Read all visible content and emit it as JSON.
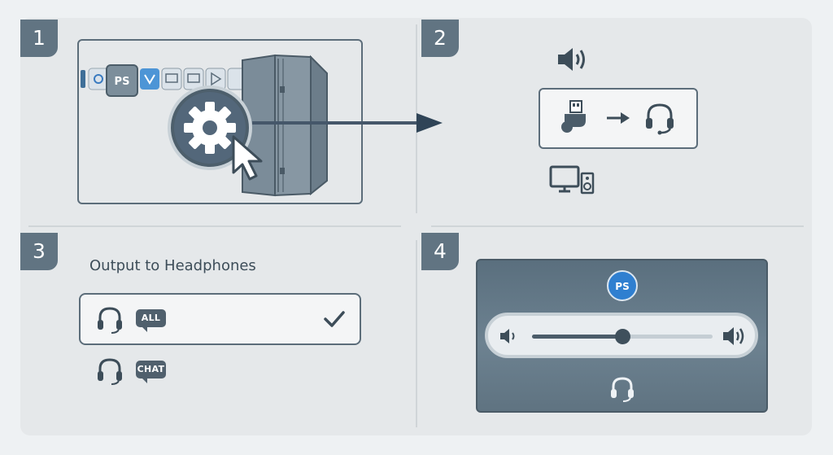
{
  "steps": [
    {
      "number": "1"
    },
    {
      "number": "2"
    },
    {
      "number": "3",
      "heading": "Output to Headphones",
      "options": [
        {
          "badge": "ALL",
          "selected": true
        },
        {
          "badge": "CHAT",
          "selected": false
        }
      ]
    },
    {
      "number": "4",
      "volume_level": 0.5
    }
  ],
  "icons": {
    "step1": [
      "ps-menu-icon",
      "settings-gear-icon",
      "cursor-arrow-icon",
      "console-icon",
      "arrow-right-icon"
    ],
    "step2": [
      "speaker-icon",
      "usb-adapter-icon",
      "arrow-right-icon",
      "headset-icon",
      "tv-speaker-icon"
    ],
    "step3": [
      "headset-icon",
      "checkmark-icon"
    ],
    "step4": [
      "ps-logo-icon",
      "volume-low-icon",
      "volume-high-icon",
      "headset-icon"
    ]
  },
  "colors": {
    "accent": "#2f7fd0",
    "frame": "#5c6d7a",
    "panel": "#617482"
  }
}
